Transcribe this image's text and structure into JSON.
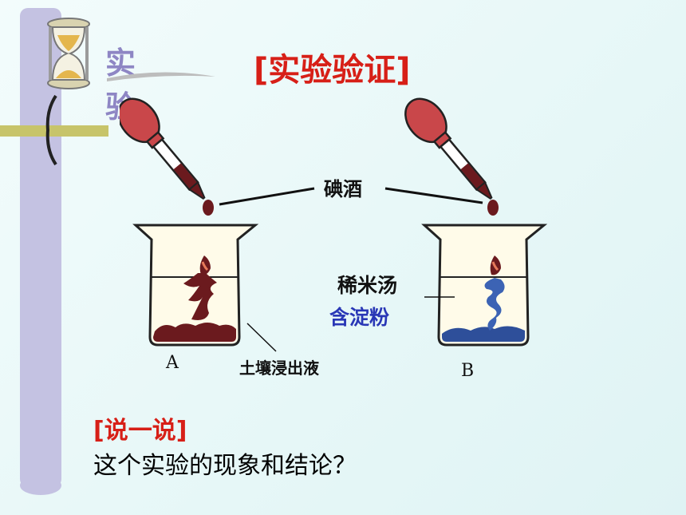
{
  "header": {
    "section_label": "实 验",
    "title": "[实验验证]"
  },
  "figure": {
    "iodine_label": "碘酒",
    "rice_soup_label": "稀米汤",
    "starch_label": "含淀粉",
    "soil_label": "土壤浸出液",
    "beaker_a_label": "A",
    "beaker_b_label": "B"
  },
  "discussion": {
    "heading": "[说一说]",
    "question": "这个实验的现象和结论？"
  },
  "colors": {
    "title_red": "#d71f17",
    "starch_blue": "#2937b6",
    "iodine_brown": "#6b1a1e",
    "dropper_bulb": "#c9474a",
    "sidebar_lavender": "#c4c2e2"
  }
}
